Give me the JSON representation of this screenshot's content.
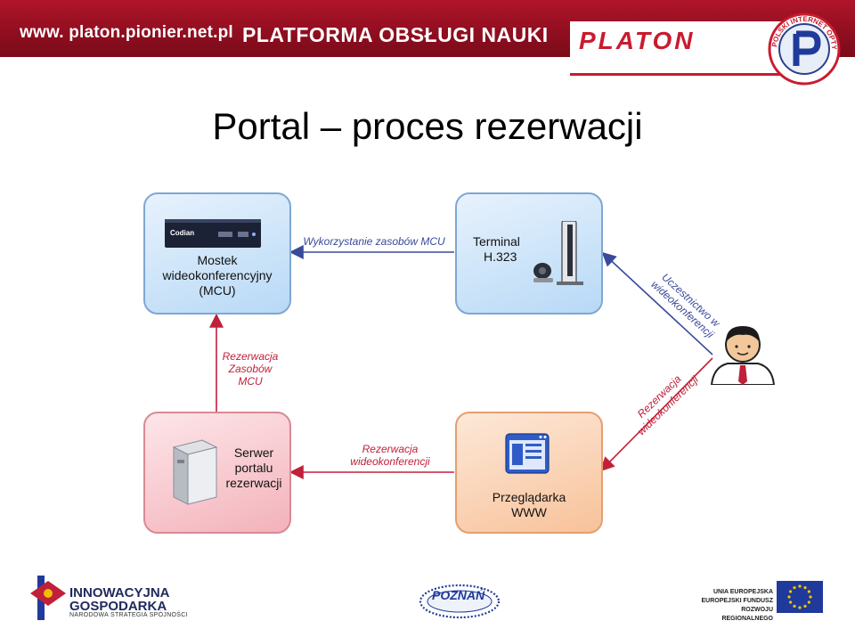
{
  "header": {
    "url": "www. platon.pionier.net.pl",
    "title": "PLATFORMA OBSŁUGI NAUKI",
    "brand": "PLATON",
    "seal_text": "POLSKI INTERNET OPTYCZNY"
  },
  "slide": {
    "title": "Portal – proces rezerwacji"
  },
  "diagram": {
    "mcu_box": {
      "lines": [
        "Mostek",
        "wideokonferencyjny",
        "(MCU)"
      ],
      "device_brand": "Codian"
    },
    "terminal_box": {
      "lines": [
        "Terminal",
        "H.323"
      ]
    },
    "server_box": {
      "lines": [
        "Serwer",
        "portalu",
        "rezerwacji"
      ]
    },
    "browser_box": {
      "lines": [
        "Przeglądarka",
        "WWW"
      ]
    },
    "edges": {
      "mcu_usage": "Wykorzystanie zasobów MCU",
      "resource_reservation": [
        "Rezerwacja",
        "Zasobów",
        "MCU"
      ],
      "video_reservation_bottom": [
        "Rezerwacja",
        "wideokonferencji"
      ],
      "participation": [
        "Uczestnictwo w",
        "wideokonferencji"
      ],
      "video_reservation_diag": [
        "Rezerwacja",
        "wideokonferencji"
      ]
    }
  },
  "footer": {
    "left_title": [
      "INNOWACYJNA",
      "GOSPODARKA"
    ],
    "left_subtitle": "NARODOWA STRATEGIA SPÓJNOŚCI",
    "center": "POZNAŃ",
    "right_lines": [
      "UNIA EUROPEJSKA",
      "EUROPEJSKI FUNDUSZ",
      "ROZWOJU REGIONALNEGO"
    ]
  },
  "colors": {
    "banner_red": "#9c1224",
    "arrow_red": "#c0203a",
    "arrow_blue": "#3a4a9a",
    "box_blue_border": "#7ea7d3",
    "box_red_border": "#d98994",
    "box_orange_border": "#e2a070"
  },
  "icons": [
    "mcu-device-icon",
    "terminal-camera-icon",
    "server-icon",
    "browser-icon",
    "user-avatar-icon",
    "eu-flag-icon",
    "innowacyjna-logo-icon",
    "poznan-logo-icon"
  ]
}
